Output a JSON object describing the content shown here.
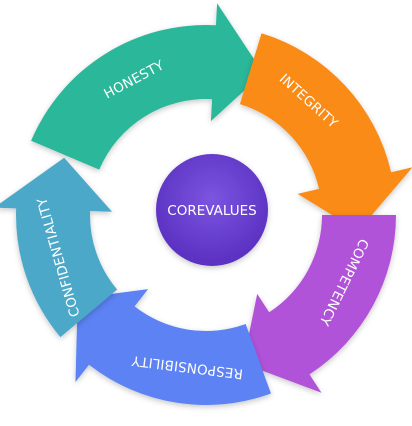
{
  "diagram": {
    "center": {
      "label": "COREVALUES",
      "color": "#6a3fd1"
    },
    "segments": [
      {
        "id": "honesty",
        "label": "HONESTY",
        "color": "#2ab79a"
      },
      {
        "id": "integrity",
        "label": "INTEGRITY",
        "color": "#f98b16"
      },
      {
        "id": "competency",
        "label": "COMPETENCY",
        "color": "#b153d9"
      },
      {
        "id": "responsibility",
        "label": "RESPONSIBILITY",
        "color": "#5b82f4"
      },
      {
        "id": "confidentiality",
        "label": "CONFIDENTIALITY",
        "color": "#4ca8c9"
      }
    ]
  }
}
